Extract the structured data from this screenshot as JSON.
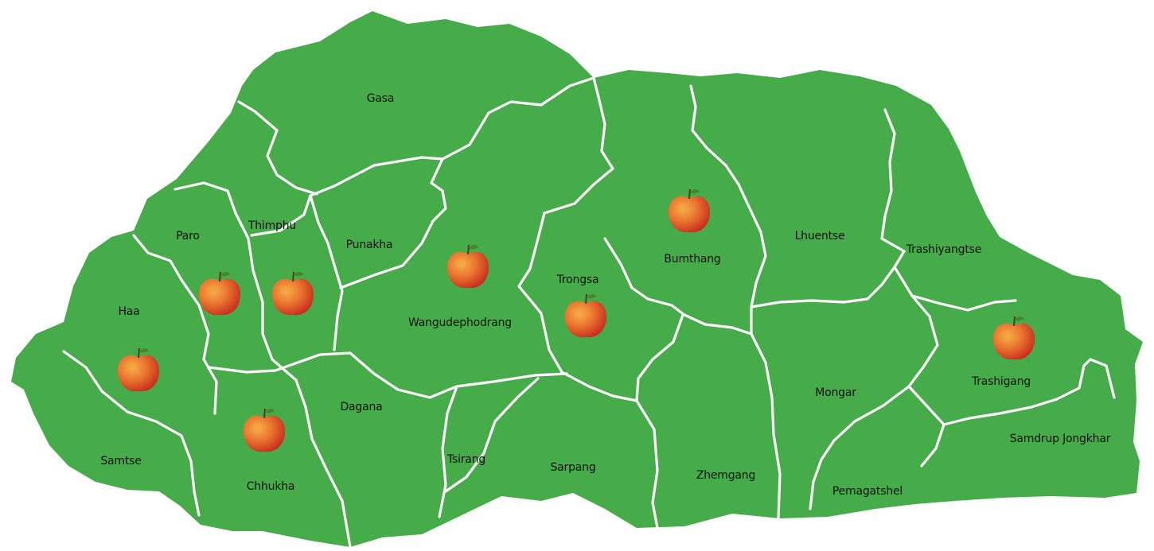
{
  "map": {
    "land_color": "#46ac4a",
    "border_color": "#ffffff",
    "background_color": "#ffffff",
    "marker_icon": "apple-icon",
    "marker_colors": {
      "body": "#e4462a",
      "highlight": "#f4a23a",
      "stem": "#5b3a1e",
      "leaf": "#3d8b2a"
    },
    "districts": [
      {
        "id": "gasa",
        "label": "Gasa",
        "has_marker": false
      },
      {
        "id": "paro",
        "label": "Paro",
        "has_marker": true
      },
      {
        "id": "thimphu",
        "label": "Thimphu",
        "has_marker": true
      },
      {
        "id": "punakha",
        "label": "Punakha",
        "has_marker": false
      },
      {
        "id": "haa",
        "label": "Haa",
        "has_marker": true
      },
      {
        "id": "wangudephodrang",
        "label": "Wangudephodrang",
        "has_marker": true
      },
      {
        "id": "trongsa",
        "label": "Trongsa",
        "has_marker": true
      },
      {
        "id": "bumthang",
        "label": "Bumthang",
        "has_marker": true
      },
      {
        "id": "lhuentse",
        "label": "Lhuentse",
        "has_marker": false
      },
      {
        "id": "trashiyangtse",
        "label": "Trashiyangtse",
        "has_marker": false
      },
      {
        "id": "trashigang",
        "label": "Trashigang",
        "has_marker": true
      },
      {
        "id": "mongar",
        "label": "Mongar",
        "has_marker": false
      },
      {
        "id": "samdrup-jongkhar",
        "label": "Samdrup Jongkhar",
        "has_marker": false
      },
      {
        "id": "dagana",
        "label": "Dagana",
        "has_marker": false
      },
      {
        "id": "samtse",
        "label": "Samtse",
        "has_marker": false
      },
      {
        "id": "chhukha",
        "label": "Chhukha",
        "has_marker": true
      },
      {
        "id": "tsirang",
        "label": "Tsirang",
        "has_marker": false
      },
      {
        "id": "sarpang",
        "label": "Sarpang",
        "has_marker": false
      },
      {
        "id": "zhemgang",
        "label": "Zhemgang",
        "has_marker": false
      },
      {
        "id": "pemagatshel",
        "label": "Pemagatshel",
        "has_marker": false
      }
    ]
  }
}
